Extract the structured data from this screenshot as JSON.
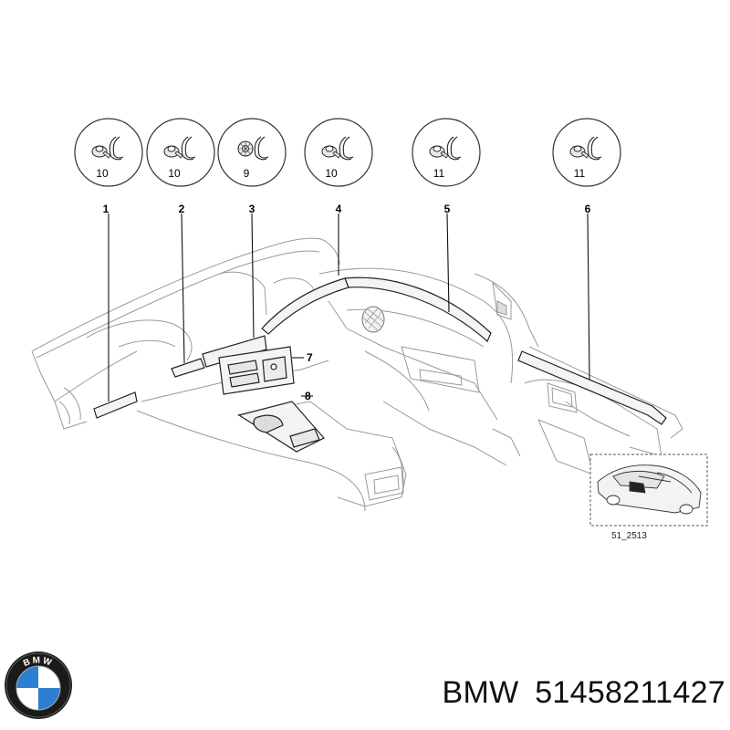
{
  "clips": [
    {
      "number": "10"
    },
    {
      "number": "10"
    },
    {
      "number": "9"
    },
    {
      "number": "10"
    },
    {
      "number": "11"
    },
    {
      "number": "11"
    }
  ],
  "part_labels": {
    "p1": "1",
    "p2": "2",
    "p3": "3",
    "p4": "4",
    "p5": "5",
    "p6": "6",
    "p7": "7",
    "p8": "8"
  },
  "inset": {
    "reference": "51_2513"
  },
  "caption": {
    "brand": "BMW",
    "part_number": "51458211427"
  },
  "logo": {
    "letters": "BMW",
    "colors": {
      "ring": "#1a1a1a",
      "blue": "#2c7fd1",
      "white": "#ffffff"
    }
  }
}
